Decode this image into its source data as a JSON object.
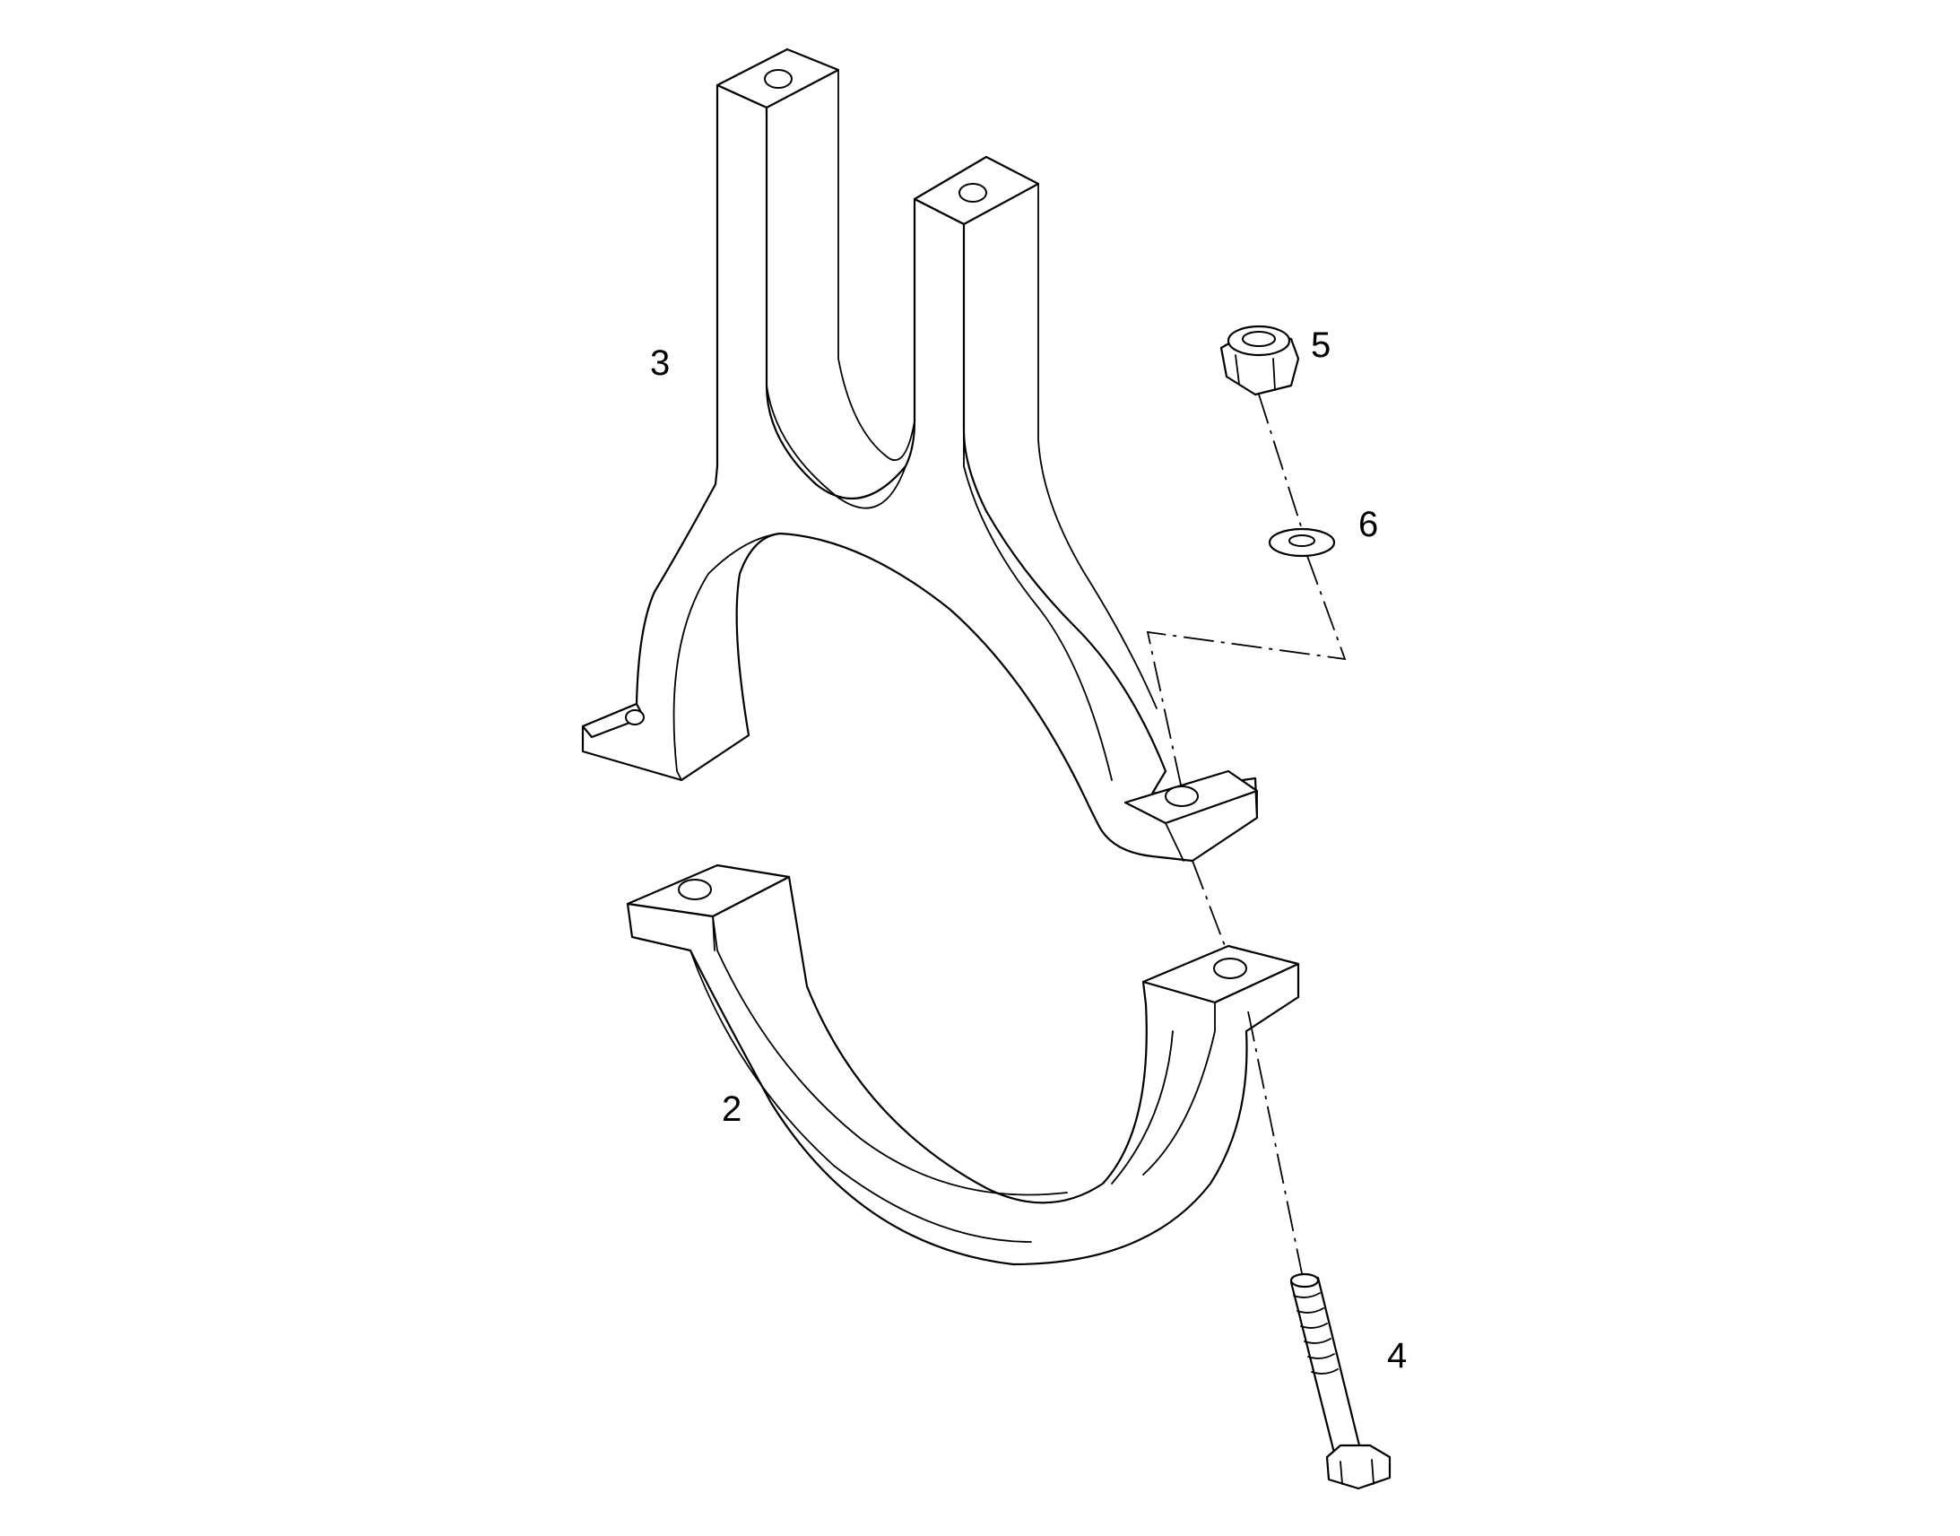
{
  "callouts": [
    {
      "id": "3",
      "label": "3"
    },
    {
      "id": "5",
      "label": "5"
    },
    {
      "id": "6",
      "label": "6"
    },
    {
      "id": "2",
      "label": "2"
    },
    {
      "id": "4",
      "label": "4"
    }
  ],
  "colors": {
    "line": "#000000",
    "background": "#ffffff"
  }
}
